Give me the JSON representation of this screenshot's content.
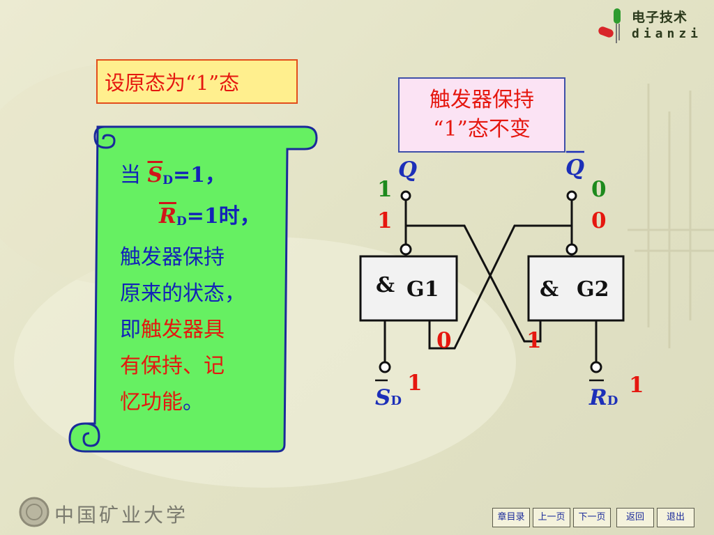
{
  "brand": {
    "cn": "电子技术",
    "en": "dianzi"
  },
  "note": "设原态为“1”态",
  "hold_label": {
    "line1": "触发器保持",
    "line2": "“1”态不变"
  },
  "scroll": {
    "l1_pre": "当 ",
    "sd_sym": "S",
    "sd_sub": "D",
    "l1_val": "=1，",
    "rd_sym": "R",
    "rd_sub": "D",
    "l2_val": "=1时，",
    "l3": "触发器保持",
    "l4": "原来的状态，",
    "l5_a": "即",
    "l5_b": "触发器具",
    "l6": "有保持、记",
    "l7_a": "忆功能",
    "l7_b": "。"
  },
  "circuit": {
    "q_label": "Q",
    "qbar_label": "Q",
    "q_prev": "1",
    "q_new": "1",
    "qbar_prev": "0",
    "qbar_new": "0",
    "g1_symbol": "&",
    "g1_name": "G1",
    "g2_symbol": "&",
    "g2_name": "G2",
    "g1_cross_in": "0",
    "g2_cross_in": "1",
    "sd_sym": "S",
    "sd_sub": "D",
    "sd_val": "1",
    "rd_sym": "R",
    "rd_sub": "D",
    "rd_val": "1"
  },
  "footer": {
    "university": "中国矿业大学",
    "nav": [
      "章目录",
      "上一页",
      "下一页",
      "返回",
      "退出"
    ]
  },
  "colors": {
    "red": "#e5170f",
    "blue": "#1c2fb8",
    "green": "#1d8a1d",
    "scroll_fill": "#66f062",
    "note_fill": "#ffef8e",
    "hold_fill": "#fbe3f4"
  }
}
